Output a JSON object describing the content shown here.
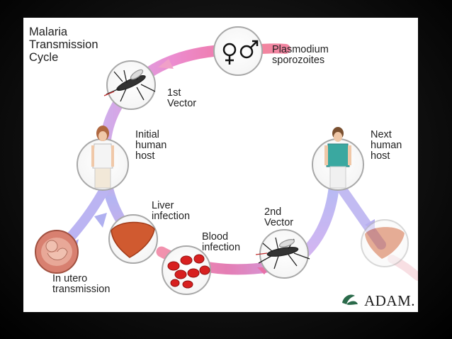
{
  "diagram": {
    "title": "Malaria\nTransmission\nCycle",
    "labels": {
      "plasmodium": "Plasmodium\nsporozoites",
      "first_vector": "1st\nVector",
      "initial_host": "Initial\nhuman\nhost",
      "liver": "Liver\ninfection",
      "blood": "Blood\ninfection",
      "second_vector": "2nd\nVector",
      "next_host": "Next\nhuman\nhost",
      "in_utero": "In utero\ntransmission"
    },
    "brand": "ADAM.",
    "icons": [
      "female-symbol-icon",
      "male-symbol-icon",
      "mosquito-icon",
      "woman-icon",
      "man-icon",
      "liver-icon",
      "red-blood-cells-icon",
      "fetus-icon",
      "adam-leaf-logo-icon"
    ]
  }
}
